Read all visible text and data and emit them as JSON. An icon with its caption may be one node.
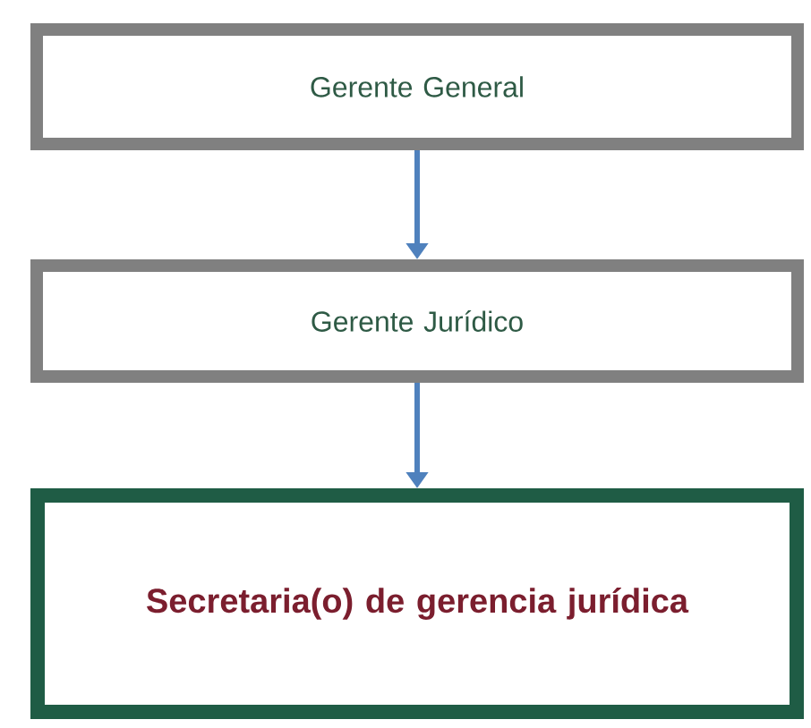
{
  "diagram": {
    "nodes": [
      {
        "text": [
          "Gerente General"
        ]
      },
      {
        "text": [
          "Gerente Jurídico"
        ]
      },
      {
        "text": [
          "Secretaria(o) de gerencia jurídica"
        ]
      }
    ],
    "edges": [
      {
        "from": 0,
        "to": 1,
        "arrow": "to"
      },
      {
        "from": 1,
        "to": 2,
        "arrow": "to"
      }
    ]
  }
}
